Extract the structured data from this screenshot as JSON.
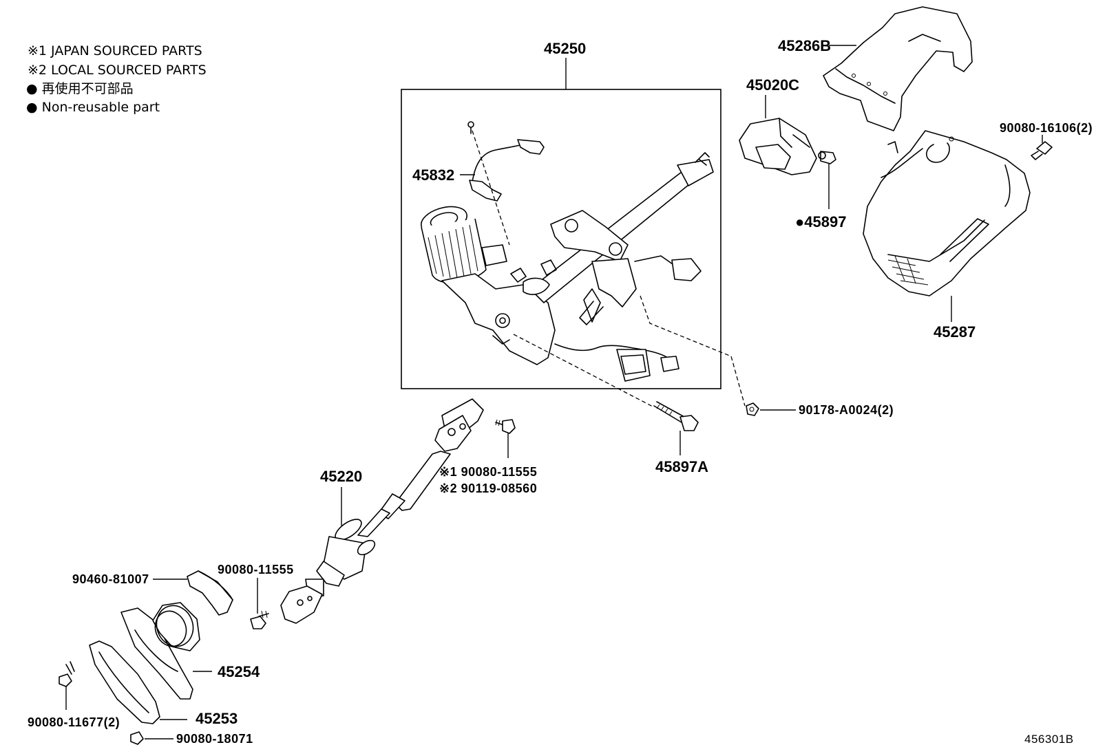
{
  "legend": {
    "japan_sourced": "※1 JAPAN SOURCED PARTS",
    "local_sourced": "※2 LOCAL SOURCED PARTS",
    "non_reusable_jp": "● 再使用不可部品",
    "non_reusable_en": "● Non-reusable part"
  },
  "parts": {
    "p45250": "45250",
    "p45832": "45832",
    "p45286B": "45286B",
    "p45020C": "45020C",
    "p45897": "●45897",
    "p90080_16106": "90080-16106(2)",
    "p45287": "45287",
    "p90178_A0024": "90178-A0024(2)",
    "p45897A": "45897A",
    "p45220": "45220",
    "p90080_11555_jp": "※1 90080-11555",
    "p90119_08560": "※2 90119-08560",
    "p90080_11555": "90080-11555",
    "p90460_81007": "90460-81007",
    "p45254": "45254",
    "p45253": "45253",
    "p90080_11677": "90080-11677(2)",
    "p90080_18071": "90080-18071"
  },
  "figure_id": "456301B"
}
